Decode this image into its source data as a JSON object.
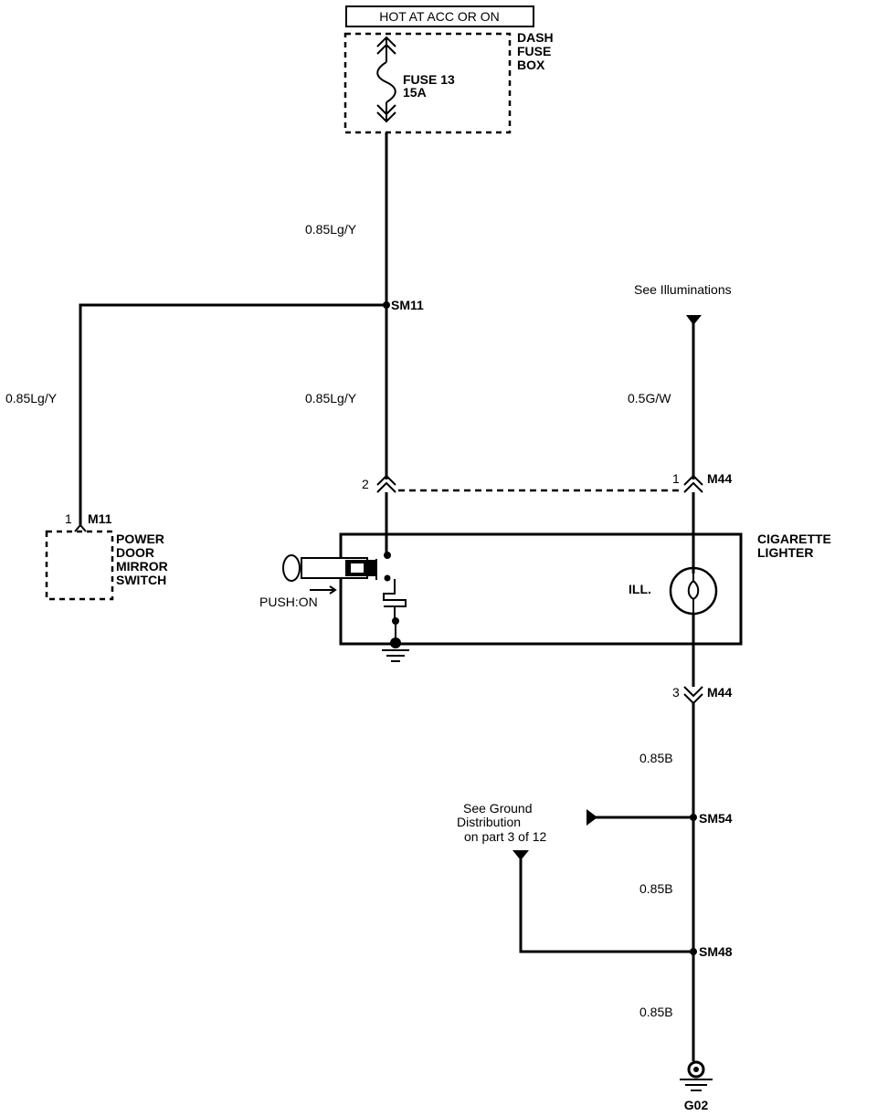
{
  "power_source": {
    "label": "HOT AT ACC OR ON"
  },
  "fuse_box": {
    "name": "DASH FUSE BOX",
    "name_lines": [
      "DASH",
      "FUSE",
      "BOX"
    ],
    "fuse_id": "FUSE 13",
    "fuse_rating": "15A"
  },
  "wires": {
    "fuse_to_sm11": "0.85Lg/Y",
    "sm11_to_mirror_switch": "0.85Lg/Y",
    "sm11_to_lighter": "0.85Lg/Y",
    "illumination_feed": "0.5G/W",
    "m44_to_sm54": "0.85B",
    "sm54_to_sm48": "0.85B",
    "sm48_to_g02": "0.85B"
  },
  "splices": {
    "sm11": "SM11",
    "sm54": "SM54",
    "sm48": "SM48"
  },
  "connectors": {
    "m11": {
      "id": "M11",
      "pin": "1"
    },
    "m44_pin2": {
      "pin": "2"
    },
    "m44_pin1": {
      "id": "M44",
      "pin": "1"
    },
    "m44_pin3": {
      "id": "M44",
      "pin": "3"
    }
  },
  "mirror_switch": {
    "name": "POWER DOOR MIRROR SWITCH",
    "name_lines": [
      "POWER",
      "DOOR",
      "MIRROR",
      "SWITCH"
    ]
  },
  "lighter": {
    "name": "CIGARETTE LIGHTER",
    "name_lines": [
      "CIGARETTE",
      "LIGHTER"
    ],
    "push_label": "PUSH:ON",
    "lamp_label": "ILL."
  },
  "references": {
    "illuminations": "See Illuminations",
    "ground_distribution_lines": [
      "See Ground",
      "Distribution",
      "on part 3 of 12"
    ]
  },
  "ground": {
    "id": "G02"
  }
}
